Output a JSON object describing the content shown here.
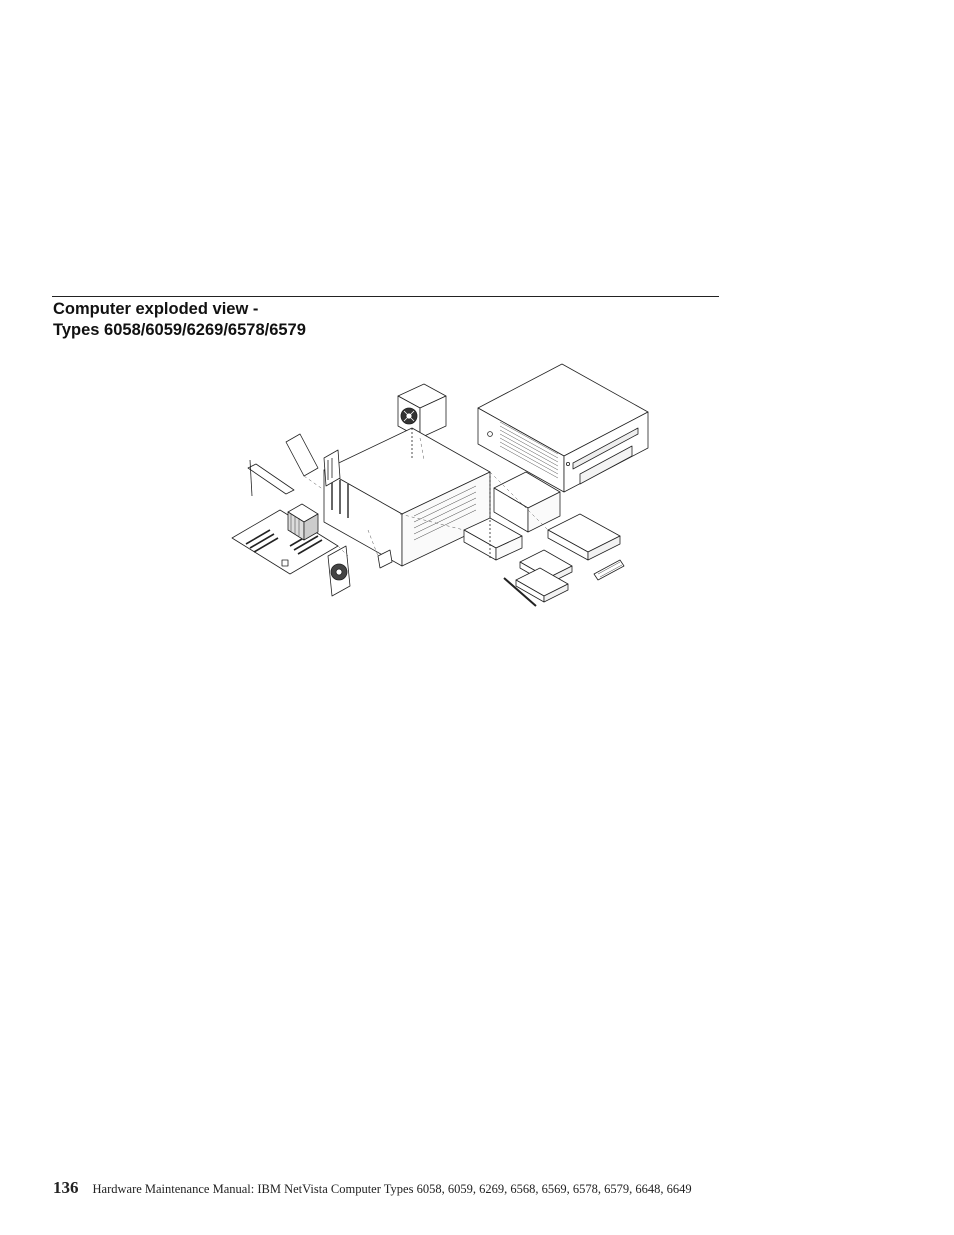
{
  "section": {
    "title_line_1": "Computer exploded view -",
    "title_line_2": "Types 6058/6059/6269/6578/6579"
  },
  "figure": {
    "kind": "exploded view illustration",
    "components": [
      "system-unit-cover",
      "power-supply",
      "chassis-frame",
      "system-board",
      "processor-heatsink",
      "adapter-card",
      "riser-card",
      "drive-bay-cage",
      "optical-drive",
      "diskette-drive",
      "hard-disk-drive",
      "system-fan",
      "bezel-blank"
    ]
  },
  "footer": {
    "page_number": "136",
    "text": "Hardware Maintenance Manual: IBM NetVista Computer Types 6058, 6059, 6269, 6568, 6569, 6578, 6579, 6648, 6649"
  }
}
